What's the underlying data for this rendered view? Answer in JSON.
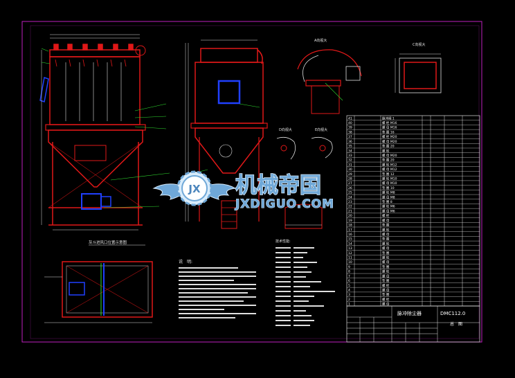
{
  "views": {
    "section_a_title": "A向视大",
    "section_b_title": "B向视大",
    "section_c_title": "C向视大",
    "section_d_title": "D向视大",
    "section_e_title": "E向视大",
    "plan_title": "灰斗进风口位置示意图",
    "notes_title": "说　明:",
    "params_title": "技术性能:"
  },
  "title_block": {
    "drawing_title": "脉冲除尘器",
    "drawing_number": "DMC112.0",
    "sheet_label": "总　图"
  },
  "parts_list": {
    "rows": [
      {
        "no": "41",
        "name": "脉冲阀 1"
      },
      {
        "no": "40",
        "name": "螺 栓 M16"
      },
      {
        "no": "39",
        "name": "螺 母 M16"
      },
      {
        "no": "38",
        "name": "垫 圈 16"
      },
      {
        "no": "37",
        "name": "螺 栓 M20"
      },
      {
        "no": "36",
        "name": "螺 母 M20"
      },
      {
        "no": "35",
        "name": "垫 圈 20"
      },
      {
        "no": "34",
        "name": "螺 栓"
      },
      {
        "no": "33",
        "name": "螺 母 M20"
      },
      {
        "no": "32",
        "name": "垫 圈 20"
      },
      {
        "no": "31",
        "name": "螺 栓 M12"
      },
      {
        "no": "30",
        "name": "螺 母 M12"
      },
      {
        "no": "29",
        "name": "垫 圈 12"
      },
      {
        "no": "28",
        "name": "螺 栓 M10"
      },
      {
        "no": "27",
        "name": "螺 母 M10"
      },
      {
        "no": "26",
        "name": "垫 圈 10"
      },
      {
        "no": "25",
        "name": "螺 栓 M8"
      },
      {
        "no": "24",
        "name": "螺 母 M8"
      },
      {
        "no": "23",
        "name": "垫 圈 8"
      },
      {
        "no": "22",
        "name": "螺 栓 M6"
      },
      {
        "no": "21",
        "name": "螺 母 M6"
      },
      {
        "no": "20",
        "name": "螺 栓"
      },
      {
        "no": "19",
        "name": "螺 母"
      },
      {
        "no": "18",
        "name": "垫 圈"
      },
      {
        "no": "17",
        "name": "螺 栓"
      },
      {
        "no": "16",
        "name": "螺 母"
      },
      {
        "no": "15",
        "name": "垫 圈"
      },
      {
        "no": "14",
        "name": "螺 栓"
      },
      {
        "no": "13",
        "name": "螺 母"
      },
      {
        "no": "12",
        "name": "垫 圈"
      },
      {
        "no": "11",
        "name": "螺 栓"
      },
      {
        "no": "10",
        "name": "螺 母"
      },
      {
        "no": "9",
        "name": "垫 圈"
      },
      {
        "no": "8",
        "name": "螺 栓"
      },
      {
        "no": "7",
        "name": "螺 母"
      },
      {
        "no": "6",
        "name": "垫 圈"
      },
      {
        "no": "5",
        "name": "螺 栓"
      },
      {
        "no": "4",
        "name": "螺 母"
      },
      {
        "no": "3",
        "name": "垫 圈"
      },
      {
        "no": "2",
        "name": "螺 栓"
      },
      {
        "no": "1",
        "name": "螺 母"
      }
    ]
  },
  "watermark": {
    "brand_cn": "机械帝国",
    "brand_en": "JXDIGUO.COM",
    "emblem": "JX"
  },
  "colors": {
    "background": "#000000",
    "frame": "#c01fc0",
    "drawing_red": "#e01818",
    "drawing_blue": "#2040ff",
    "drawing_green": "#30e030",
    "drawing_white": "#e0e0e0",
    "watermark_blue": "#6fa8d8",
    "watermark_light": "#d9ecfb"
  }
}
